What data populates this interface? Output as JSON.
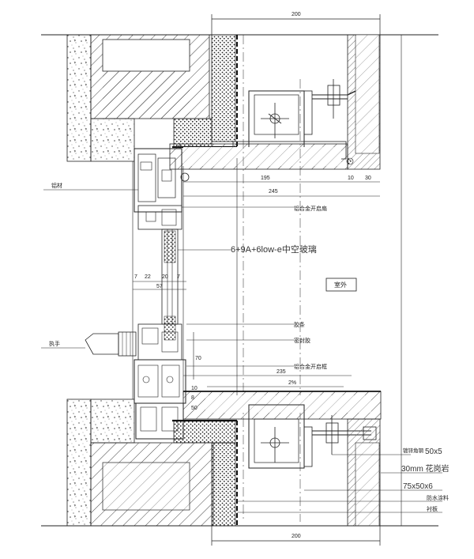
{
  "drawing": {
    "dims": {
      "top_200": "200",
      "bottom_200": "200",
      "d195": "195",
      "d245": "245",
      "d10": "10",
      "d30": "30",
      "d57": "57",
      "d7a": "7",
      "d22": "22",
      "d20": "20",
      "d7b": "7",
      "d235": "235",
      "slope": "2%",
      "d70": "70",
      "d10b": "10",
      "d10c": "10",
      "d8": "8",
      "d50": "50"
    },
    "labels": {
      "glass": "6+9A+6low-e中空玻璃",
      "outdoor": "室外",
      "steel_angle_top": "镀锌角钢",
      "steel_50": "50x5",
      "stone_30": "30mm 花岗岩",
      "steel_75": "75x50x6",
      "waterproof": "防水涂料",
      "backer": "衬板",
      "frame_top": "铝合金开启扇",
      "frame_mid": "铝合金开启框",
      "seal": "胶条",
      "sealant": "密封胶",
      "left_a": "铝材",
      "left_b": "执手"
    }
  }
}
